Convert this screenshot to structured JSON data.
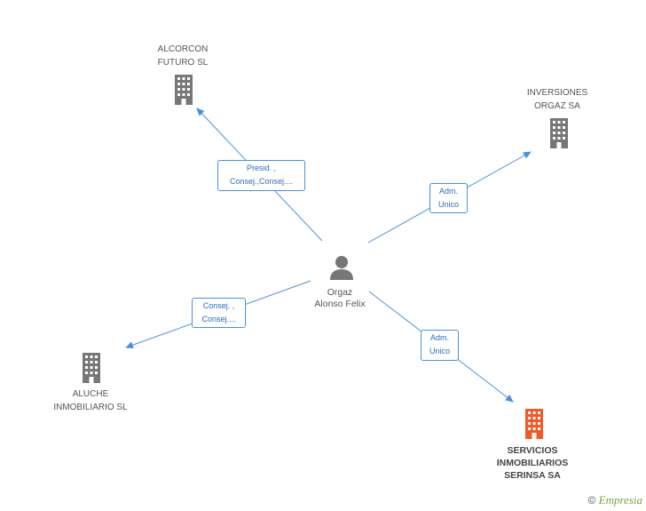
{
  "center": {
    "name": "Orgaz\nAlonso Felix",
    "icon": "person-icon"
  },
  "nodes": [
    {
      "id": "alcorcon",
      "label": "ALCORCON\nFUTURO SL",
      "icon": "building-icon",
      "color": "#777777"
    },
    {
      "id": "inversiones",
      "label": "INVERSIONES\nORGAZ SA",
      "icon": "building-icon",
      "color": "#777777"
    },
    {
      "id": "aluche",
      "label": "ALUCHE\nINMOBILIARIO SL",
      "icon": "building-icon",
      "color": "#777777"
    },
    {
      "id": "servicios",
      "label": "SERVICIOS\nINMOBILIARIOS\nSERINSA SA",
      "icon": "building-icon",
      "color": "#f05a28"
    }
  ],
  "edges": [
    {
      "to": "alcorcon",
      "label": "Presid. ,\nConsej.,Consej...."
    },
    {
      "to": "inversiones",
      "label": "Adm.\nUnico"
    },
    {
      "to": "aluche",
      "label": "Consej. ,\nConsej...."
    },
    {
      "to": "servicios",
      "label": "Adm.\nUnico"
    }
  ],
  "colors": {
    "edge": "#4a90d9",
    "building": "#777777",
    "highlight": "#f05a28"
  },
  "footer": {
    "copyright": "©",
    "brand": "Empresia"
  }
}
